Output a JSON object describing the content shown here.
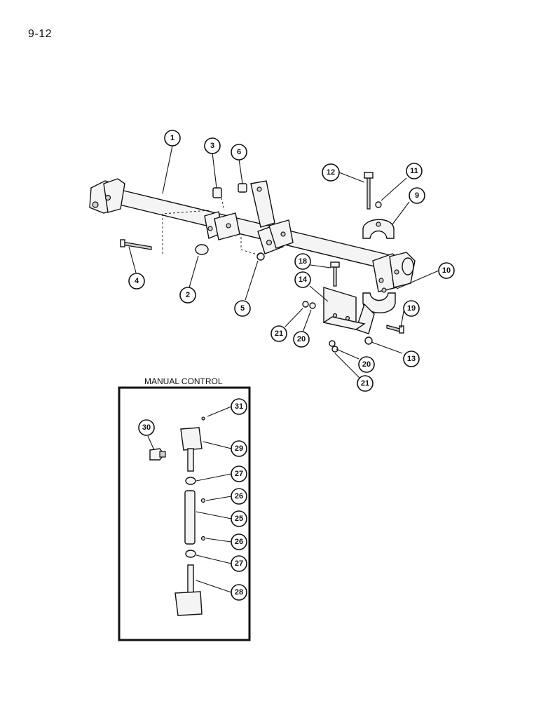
{
  "page": {
    "number": "9-12"
  },
  "inset": {
    "title": "MANUAL CONTROL"
  },
  "callouts": {
    "c1": "1",
    "c2": "2",
    "c3": "3",
    "c4": "4",
    "c5": "5",
    "c6": "6",
    "c9": "9",
    "c10": "10",
    "c11": "11",
    "c12": "12",
    "c13": "13",
    "c14": "14",
    "c18": "18",
    "c19": "19",
    "c20a": "20",
    "c20b": "20",
    "c21a": "21",
    "c21b": "21",
    "c25": "25",
    "c26a": "26",
    "c26b": "26",
    "c27a": "27",
    "c27b": "27",
    "c28": "28",
    "c29": "29",
    "c30": "30",
    "c31": "31"
  }
}
